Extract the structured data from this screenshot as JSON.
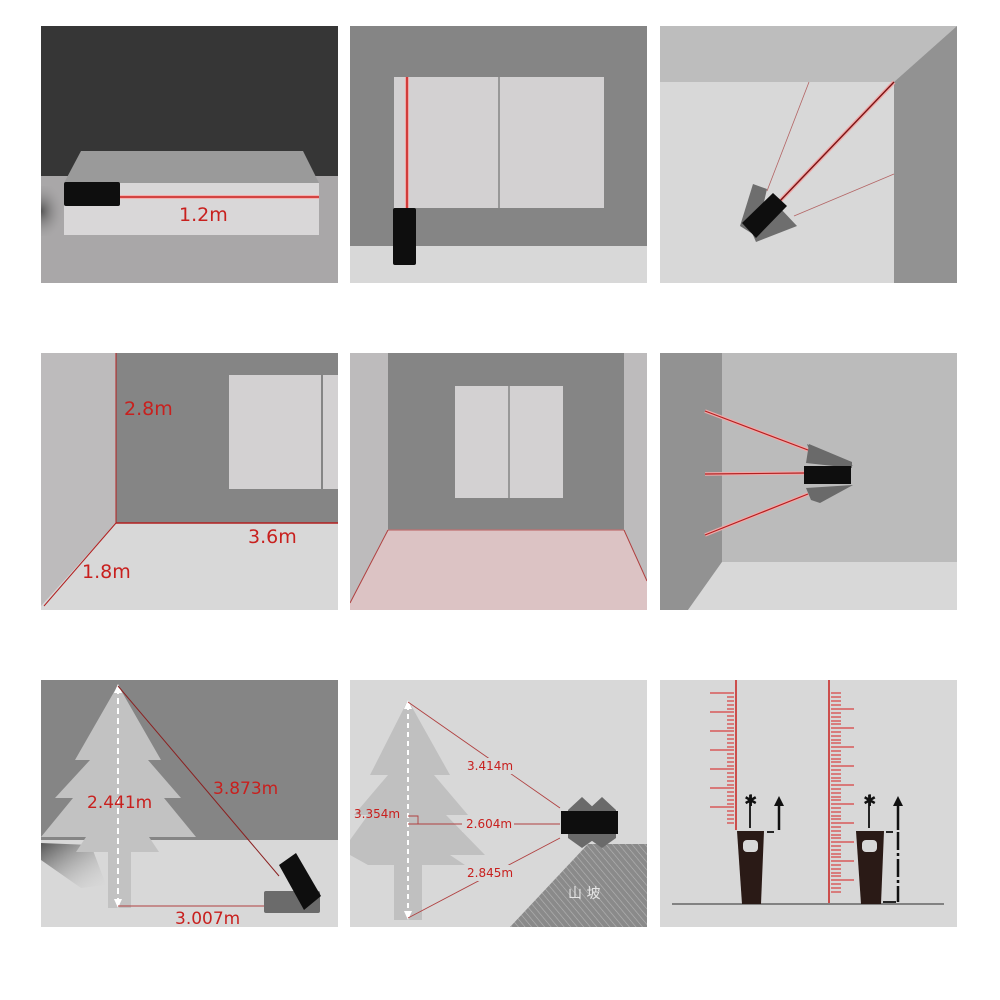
{
  "colors": {
    "laser": "#c8201e",
    "laser_glow": "#f2a0a0",
    "device": "#0e0e0e",
    "dark_wall": "#363636",
    "mid_wall": "#858585",
    "light_wall": "#bdbdbd",
    "floor": "#d8d8d8",
    "pink_floor": "#dcc3c4"
  },
  "panels": [
    {
      "id": "single-distance",
      "labels": {
        "distance": "1.2m"
      }
    },
    {
      "id": "vertical-height",
      "labels": {}
    },
    {
      "id": "corner-angle",
      "labels": {}
    },
    {
      "id": "room-dimensions",
      "labels": {
        "height": "2.8m",
        "width": "3.6m",
        "depth": "1.8m"
      }
    },
    {
      "id": "area-floor",
      "labels": {}
    },
    {
      "id": "wall-triangulation",
      "labels": {}
    },
    {
      "id": "tree-pythagoras-2pt",
      "labels": {
        "height": "2.441m",
        "hypotenuse": "3.873m",
        "base": "3.007m"
      }
    },
    {
      "id": "tree-pythagoras-3pt",
      "labels": {
        "total_height": "3.354m",
        "upper": "3.414m",
        "middle": "2.604m",
        "lower": "2.845m",
        "slope": "山 坡"
      }
    },
    {
      "id": "reference-point-front-rear",
      "labels": {}
    }
  ]
}
